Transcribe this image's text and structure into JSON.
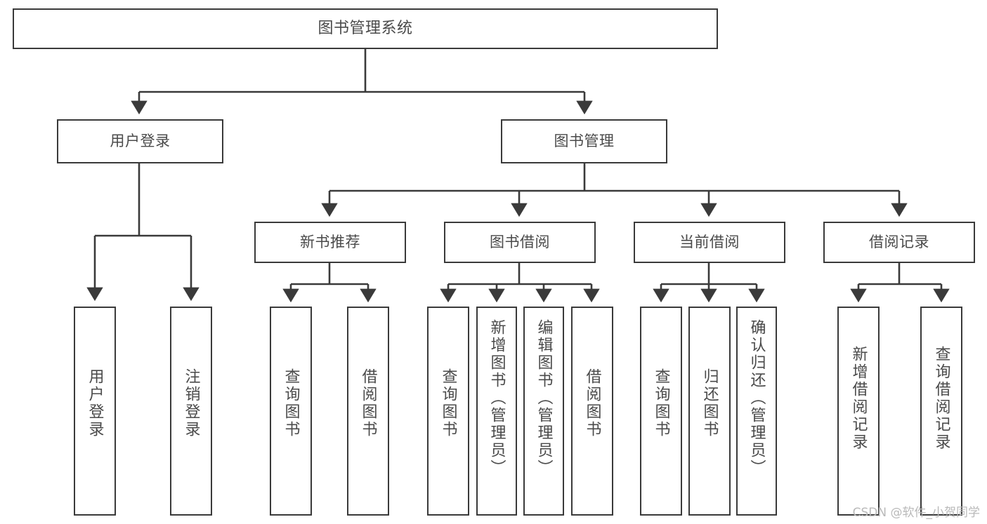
{
  "diagram": {
    "type": "tree-hierarchy",
    "title": "图书管理系统",
    "orientation": "top-down",
    "watermark": "CSDN @软件_小贺同学",
    "colors": {
      "stroke": "#3a3a3a",
      "text": "#4a4a4a",
      "background": "#ffffff",
      "watermark": "#b9b9b9"
    },
    "root": {
      "label": "图书管理系统"
    },
    "level2": [
      {
        "id": "user-login",
        "label": "用户登录"
      },
      {
        "id": "book-management",
        "label": "图书管理"
      }
    ],
    "level3": [
      {
        "id": "new-book-recommend",
        "label": "新书推荐",
        "parent": "book-management"
      },
      {
        "id": "book-borrow",
        "label": "图书借阅",
        "parent": "book-management"
      },
      {
        "id": "current-borrow",
        "label": "当前借阅",
        "parent": "book-management"
      },
      {
        "id": "borrow-record",
        "label": "借阅记录",
        "parent": "book-management"
      }
    ],
    "leaves": {
      "user-login": [
        {
          "id": "leaf-user-login",
          "label": "用户登录"
        },
        {
          "id": "leaf-user-logout",
          "label": "注销登录"
        }
      ],
      "new-book-recommend": [
        {
          "id": "leaf-query-book-1",
          "label": "查询图书"
        },
        {
          "id": "leaf-borrow-book-1",
          "label": "借阅图书"
        }
      ],
      "book-borrow": [
        {
          "id": "leaf-query-book-2",
          "label": "查询图书"
        },
        {
          "id": "leaf-add-book",
          "label": "新增图书（管理员）"
        },
        {
          "id": "leaf-edit-book",
          "label": "编辑图书（管理员）"
        },
        {
          "id": "leaf-borrow-book-2",
          "label": "借阅图书"
        }
      ],
      "current-borrow": [
        {
          "id": "leaf-query-book-3",
          "label": "查询图书"
        },
        {
          "id": "leaf-return-book",
          "label": "归还图书"
        },
        {
          "id": "leaf-confirm-return",
          "label": "确认归还（管理员）"
        }
      ],
      "borrow-record": [
        {
          "id": "leaf-add-record",
          "label": "新增借阅记录"
        },
        {
          "id": "leaf-query-record",
          "label": "查询借阅记录"
        }
      ]
    }
  }
}
